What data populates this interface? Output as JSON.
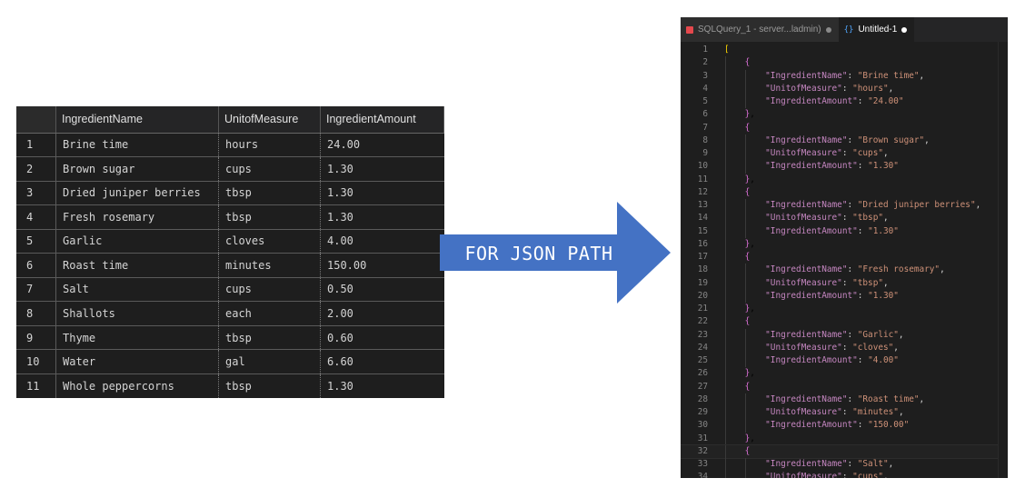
{
  "grid": {
    "columns": [
      "",
      "IngredientName",
      "UnitofMeasure",
      "IngredientAmount"
    ],
    "rows": [
      [
        "1",
        "Brine time",
        "hours",
        "24.00"
      ],
      [
        "2",
        "Brown sugar",
        "cups",
        "1.30"
      ],
      [
        "3",
        "Dried juniper berries",
        "tbsp",
        "1.30"
      ],
      [
        "4",
        "Fresh rosemary",
        "tbsp",
        "1.30"
      ],
      [
        "5",
        "Garlic",
        "cloves",
        "4.00"
      ],
      [
        "6",
        "Roast time",
        "minutes",
        "150.00"
      ],
      [
        "7",
        "Salt",
        "cups",
        "0.50"
      ],
      [
        "8",
        "Shallots",
        "each",
        "2.00"
      ],
      [
        "9",
        "Thyme",
        "tbsp",
        "0.60"
      ],
      [
        "10",
        "Water",
        "gal",
        "6.60"
      ],
      [
        "11",
        "Whole peppercorns",
        "tbsp",
        "1.30"
      ]
    ]
  },
  "arrow": {
    "label": "FOR JSON PATH",
    "color": "#4472c4"
  },
  "editor": {
    "tabs": [
      {
        "label": "SQLQuery_1 - server...ladmin)",
        "icon": "sql-file-icon",
        "active": false,
        "modified": true
      },
      {
        "label": "Untitled-1",
        "icon": "json-braces-icon",
        "active": true,
        "modified": true
      }
    ],
    "active_line": 32,
    "lines": [
      {
        "n": "1",
        "t": "["
      },
      {
        "n": "2",
        "t": "    {"
      },
      {
        "n": "3",
        "t": "        \"IngredientName\": \"Brine time\","
      },
      {
        "n": "4",
        "t": "        \"UnitofMeasure\": \"hours\","
      },
      {
        "n": "5",
        "t": "        \"IngredientAmount\": \"24.00\""
      },
      {
        "n": "6",
        "t": "    },"
      },
      {
        "n": "7",
        "t": "    {"
      },
      {
        "n": "8",
        "t": "        \"IngredientName\": \"Brown sugar\","
      },
      {
        "n": "9",
        "t": "        \"UnitofMeasure\": \"cups\","
      },
      {
        "n": "10",
        "t": "        \"IngredientAmount\": \"1.30\""
      },
      {
        "n": "11",
        "t": "    },"
      },
      {
        "n": "12",
        "t": "    {"
      },
      {
        "n": "13",
        "t": "        \"IngredientName\": \"Dried juniper berries\","
      },
      {
        "n": "14",
        "t": "        \"UnitofMeasure\": \"tbsp\","
      },
      {
        "n": "15",
        "t": "        \"IngredientAmount\": \"1.30\""
      },
      {
        "n": "16",
        "t": "    },"
      },
      {
        "n": "17",
        "t": "    {"
      },
      {
        "n": "18",
        "t": "        \"IngredientName\": \"Fresh rosemary\","
      },
      {
        "n": "19",
        "t": "        \"UnitofMeasure\": \"tbsp\","
      },
      {
        "n": "20",
        "t": "        \"IngredientAmount\": \"1.30\""
      },
      {
        "n": "21",
        "t": "    },"
      },
      {
        "n": "22",
        "t": "    {"
      },
      {
        "n": "23",
        "t": "        \"IngredientName\": \"Garlic\","
      },
      {
        "n": "24",
        "t": "        \"UnitofMeasure\": \"cloves\","
      },
      {
        "n": "25",
        "t": "        \"IngredientAmount\": \"4.00\""
      },
      {
        "n": "26",
        "t": "    },"
      },
      {
        "n": "27",
        "t": "    {"
      },
      {
        "n": "28",
        "t": "        \"IngredientName\": \"Roast time\","
      },
      {
        "n": "29",
        "t": "        \"UnitofMeasure\": \"minutes\","
      },
      {
        "n": "30",
        "t": "        \"IngredientAmount\": \"150.00\""
      },
      {
        "n": "31",
        "t": "    },"
      },
      {
        "n": "32",
        "t": "    {"
      },
      {
        "n": "33",
        "t": "        \"IngredientName\": \"Salt\","
      },
      {
        "n": "34",
        "t": "        \"UnitofMeasure\": \"cups\","
      }
    ]
  }
}
